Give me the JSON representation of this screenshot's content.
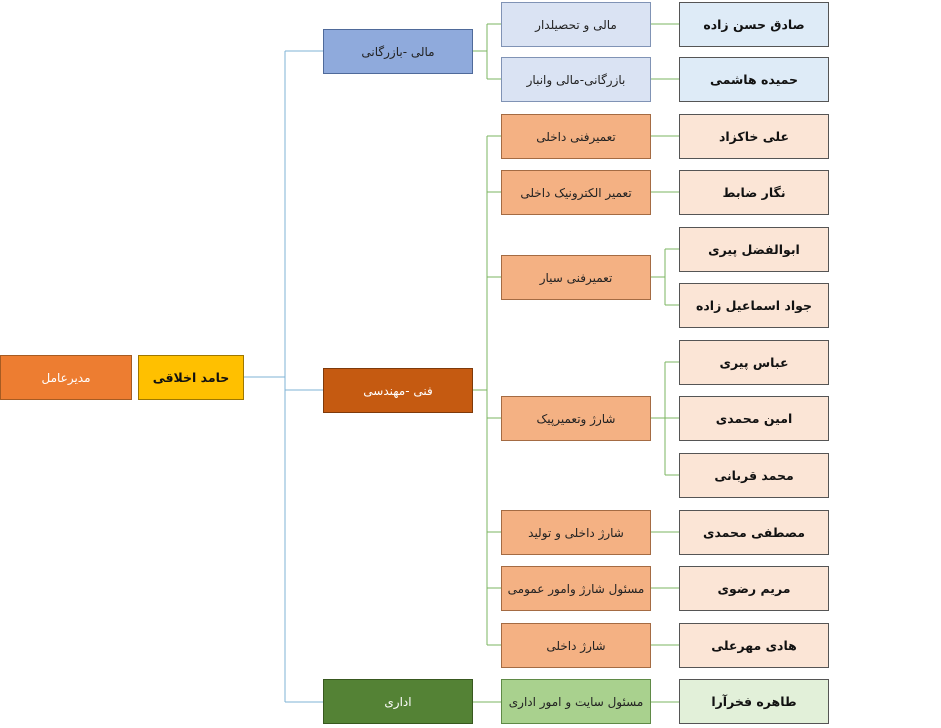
{
  "colors": {
    "connector": "#7fb3d6",
    "connector_green": "#7bb661",
    "role_orange": "#ed7d31",
    "ceo_yellow": "#ffc000",
    "finance_dept": "#8faadc",
    "finance_unit": "#dae3f3",
    "finance_person": "#deebf7",
    "eng_dept": "#c55a11",
    "eng_unit": "#f4b183",
    "eng_person": "#fbe5d6",
    "admin_dept": "#548235",
    "admin_unit": "#a9d18e",
    "admin_person": "#e2f0d9"
  },
  "root": {
    "role": "مدیرعامل",
    "name": "حامد اخلاقی"
  },
  "departments": {
    "finance": "مالی -بازرگانی",
    "engineering": "فنی -مهندسی",
    "admin": "اداری"
  },
  "units": [
    "مالی و تحصیلدار",
    "بازرگانی-مالی وانبار",
    "تعمیرفنی داخلی",
    "تعمیر الکترونیک داخلی",
    "تعمیرفنی سیار",
    "شارژ وتعمیرپیک",
    "شارژ داخلی و تولید",
    "مسئول شارژ وامور عمومی",
    "شارژ داخلی",
    "مسئول سایت و امور اداری"
  ],
  "people": [
    "صادق حسن زاده",
    "حمیده هاشمی",
    "علی خاکزاد",
    "نگار ضابط",
    "ابوالفضل پیری",
    "جواد اسماعیل زاده",
    "عباس پیری",
    "امین محمدی",
    "محمد قربانی",
    "مصطفی محمدی",
    "مریم رضوی",
    "هادی مهرعلی",
    "طاهره فخرآرا"
  ]
}
